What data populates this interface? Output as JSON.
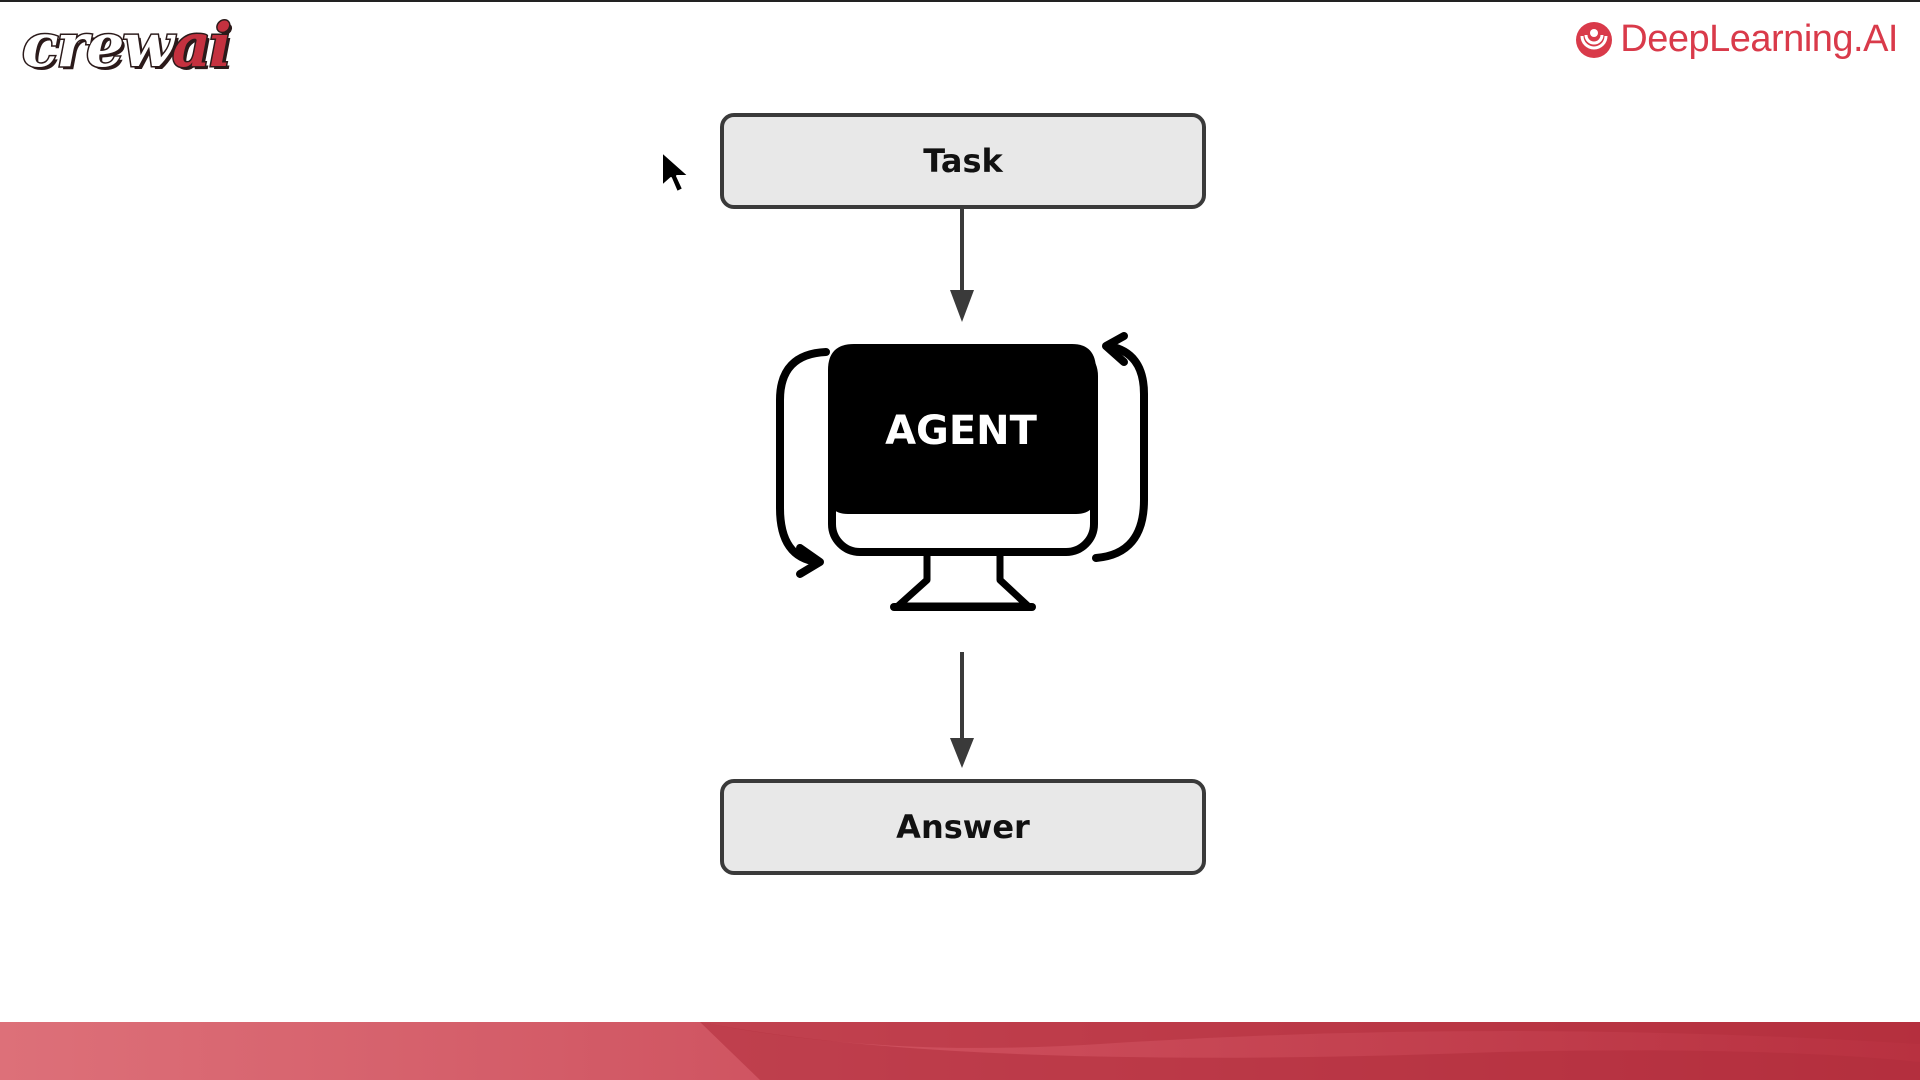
{
  "header": {
    "logo_left": {
      "part1": "crew",
      "part2": "ai"
    },
    "logo_right": {
      "text": "DeepLearning.AI"
    }
  },
  "diagram": {
    "nodes": {
      "task": "Task",
      "agent": "AGENT",
      "answer": "Answer"
    },
    "edges": [
      {
        "from": "Task",
        "to": "AGENT"
      },
      {
        "from": "AGENT",
        "to": "Answer"
      }
    ]
  },
  "colors": {
    "brand_red": "#c4313f",
    "deeplearning_red": "#d93a4a",
    "box_fill": "#e8e8e8",
    "box_border": "#3a3a3a",
    "agent_fill": "#000000"
  },
  "icons": [
    "mouse-pointer-icon",
    "computer-monitor-icon",
    "cycle-arrow-left-icon",
    "cycle-arrow-right-icon",
    "deeplearning-logo-icon"
  ]
}
